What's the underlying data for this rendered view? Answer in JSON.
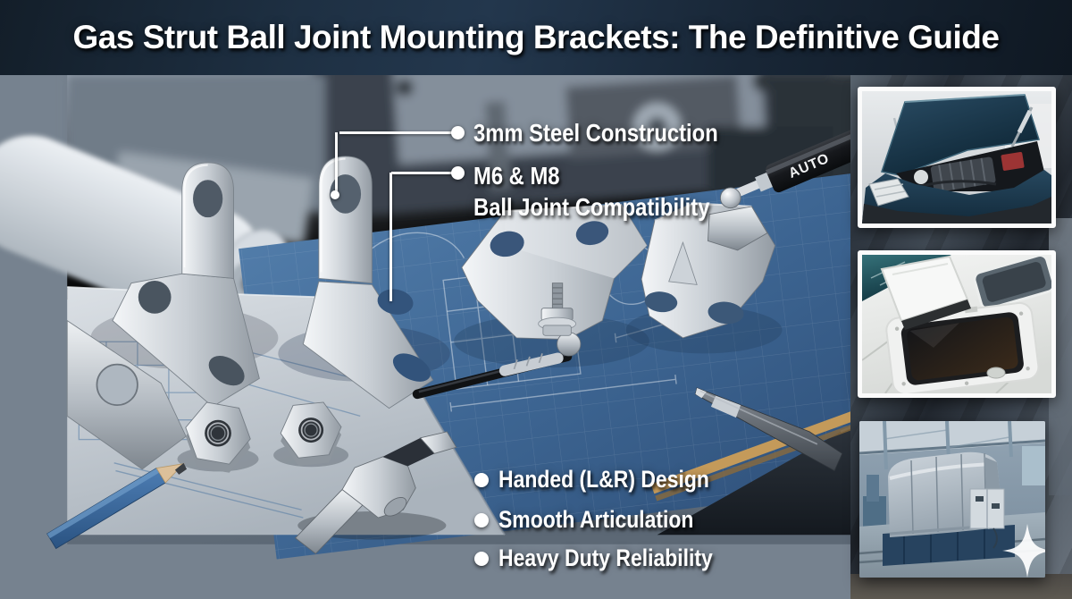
{
  "header": {
    "title": "Gas Strut Ball Joint Mounting Brackets: The Definitive Guide"
  },
  "callouts": [
    {
      "label": "3mm Steel Construction"
    },
    {
      "line1": "M6 & M8",
      "line2": "Ball Joint Compatibility"
    }
  ],
  "features": [
    {
      "label": "Handed (L&R) Design"
    },
    {
      "label": "Smooth Articulation"
    },
    {
      "label": "Heavy Duty Reliability"
    }
  ],
  "strut": {
    "brand": "AUTO"
  },
  "insets": [
    {
      "name": "car-hood-open-with-gas-struts"
    },
    {
      "name": "boat-deck-hatch-open"
    },
    {
      "name": "covered-industrial-machine"
    }
  ],
  "watermark": {
    "icon": "four-point-sparkle"
  },
  "colors": {
    "header_bg": "#16222f",
    "header_bg_light": "#23374d",
    "text": "#ffffff",
    "blueprint_blue": "#3f6591",
    "accent_stripe": "#c49a5a"
  }
}
